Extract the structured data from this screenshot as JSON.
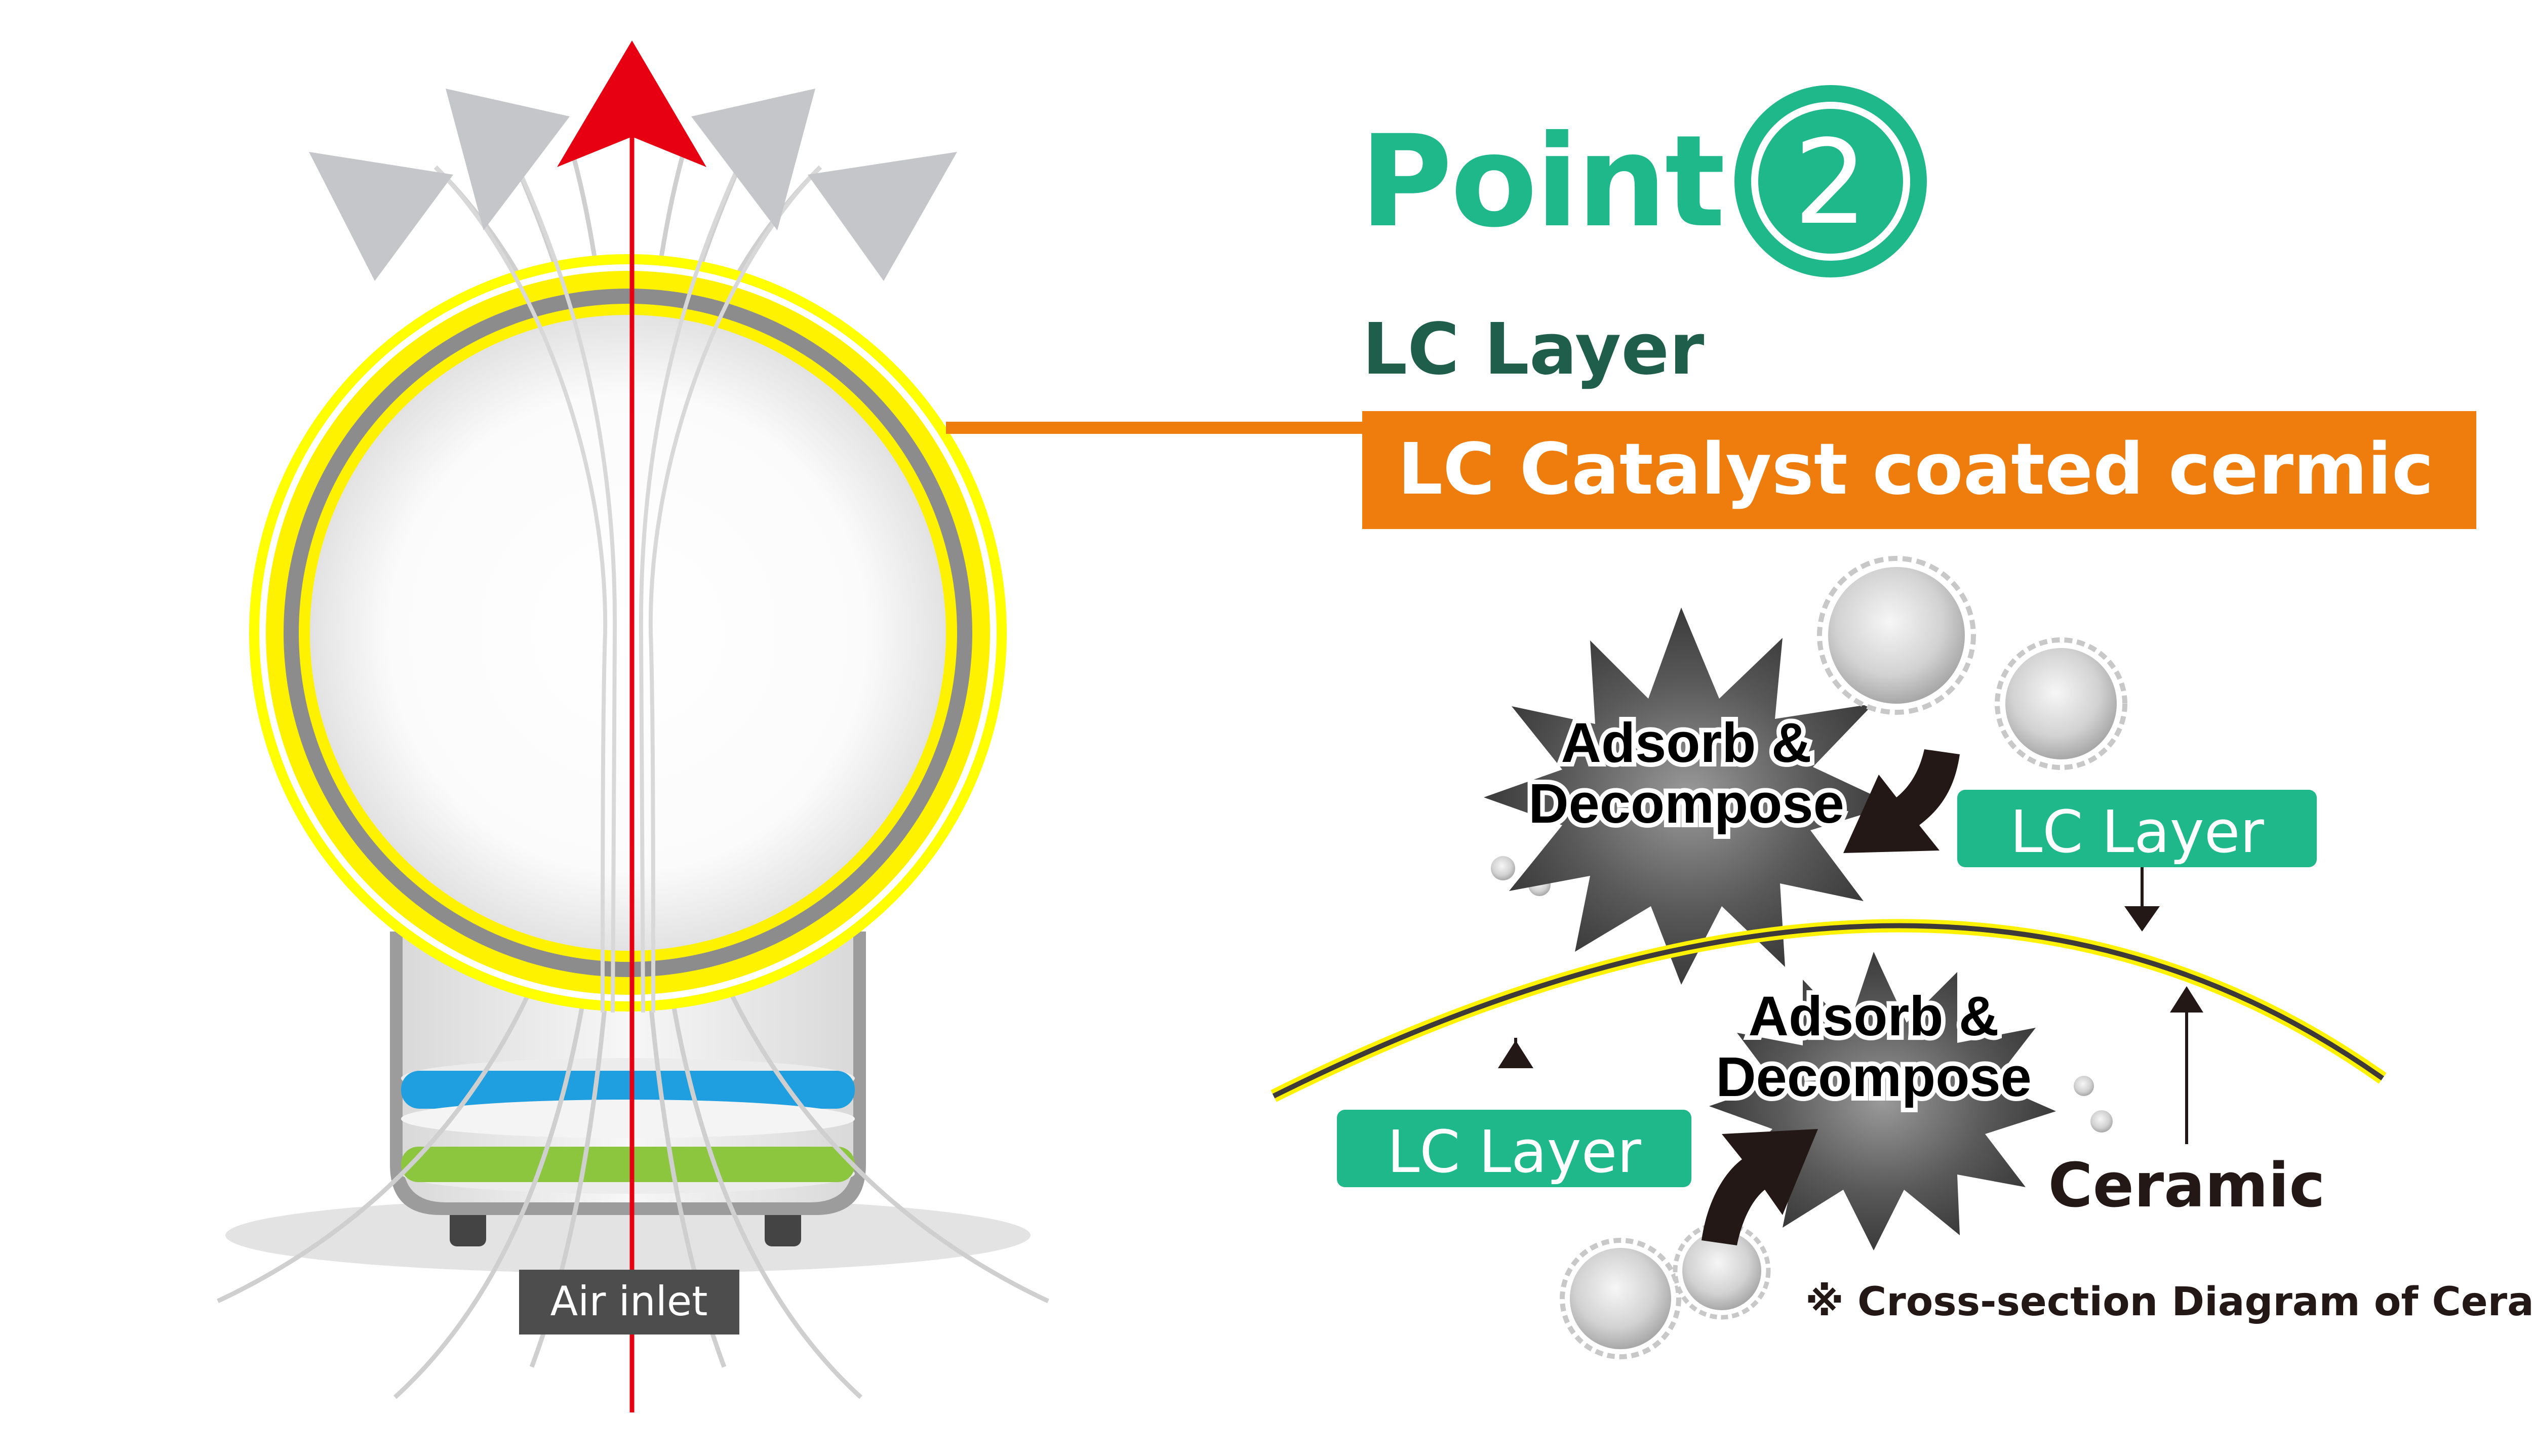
{
  "header": {
    "point_word": "Point",
    "point_number": "2",
    "subtitle": "LC Layer",
    "banner": "LC Catalyst coated cermic"
  },
  "device": {
    "inlet_label": "Air inlet"
  },
  "cross_section": {
    "upper_action_line1": "Adsorb &",
    "upper_action_line2": "Decompose",
    "lower_action_line1": "Adsorb &",
    "lower_action_line2": "Decompose",
    "lc_layer_label_right": "LC Layer",
    "lc_layer_label_left": "LC Layer",
    "ceramic_label": "Ceramic",
    "footnote": "※ Cross-section Diagram of Ceramic"
  },
  "colors": {
    "accent_green": "#1fb88a",
    "dark_green": "#1f5e4a",
    "banner_orange": "#ef7d0e",
    "ring_yellow": "#fff200",
    "ring_gray": "#8c8c8c",
    "arrow_red": "#e60012",
    "filter_blue": "#1f9fe0",
    "filter_green": "#8cc63f",
    "label_gray": "#4d4d4d"
  }
}
